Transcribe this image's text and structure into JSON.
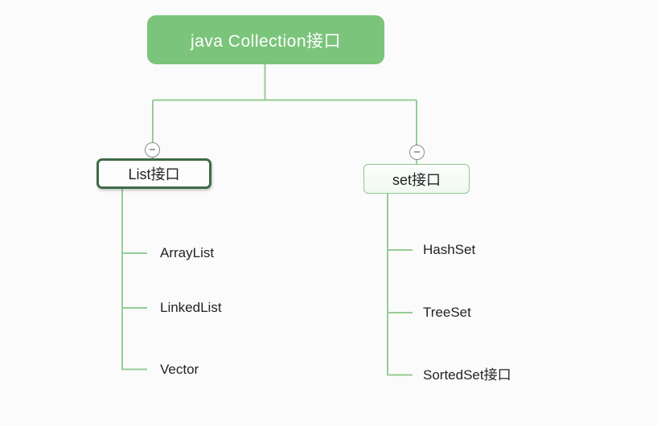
{
  "diagram": {
    "root": {
      "label": "java Collection接口"
    },
    "branches": [
      {
        "label": "List接口",
        "selected": true,
        "children": [
          {
            "label": "ArrayList"
          },
          {
            "label": "LinkedList"
          },
          {
            "label": "Vector"
          }
        ]
      },
      {
        "label": "set接口",
        "selected": false,
        "children": [
          {
            "label": "HashSet"
          },
          {
            "label": "TreeSet"
          },
          {
            "label": "SortedSet接口"
          }
        ]
      }
    ],
    "collapse_symbol": "−",
    "colors": {
      "canvas_bg": "#fbfbfb",
      "root_bg": "#7bc47b",
      "root_text": "#ffffff",
      "selected_border": "#3e6b47",
      "node_border": "#8fc98f",
      "node_bg": "#f1f8f1",
      "connector": "#95cd95",
      "icon_border": "#8a8a8a",
      "icon_glyph": "#555555",
      "text": "#232323"
    }
  }
}
